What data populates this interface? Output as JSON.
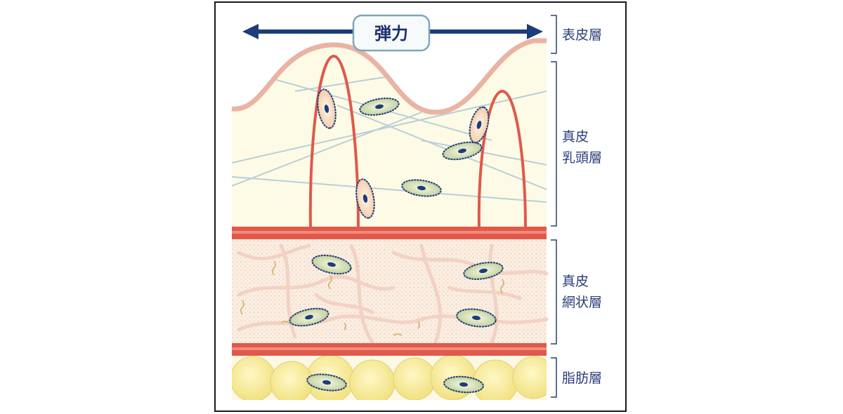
{
  "elasticity_label": "弾力",
  "layers": {
    "epidermis": "表皮層",
    "papillary": {
      "line1": "真皮",
      "line2": "乳頭層"
    },
    "reticular": {
      "line1": "真皮",
      "line2": "網状層"
    },
    "fat": "脂肪層"
  },
  "colors": {
    "navy": "#1c3d7a",
    "vessel": "#e0594a",
    "epidermis_edge": "#eab3a3",
    "papillary_fill": "#fdfbe6",
    "reticular_fill": "#fbeee0",
    "fat_cell": "#f3e68a",
    "fiber_blue": "#b9cfd6"
  }
}
